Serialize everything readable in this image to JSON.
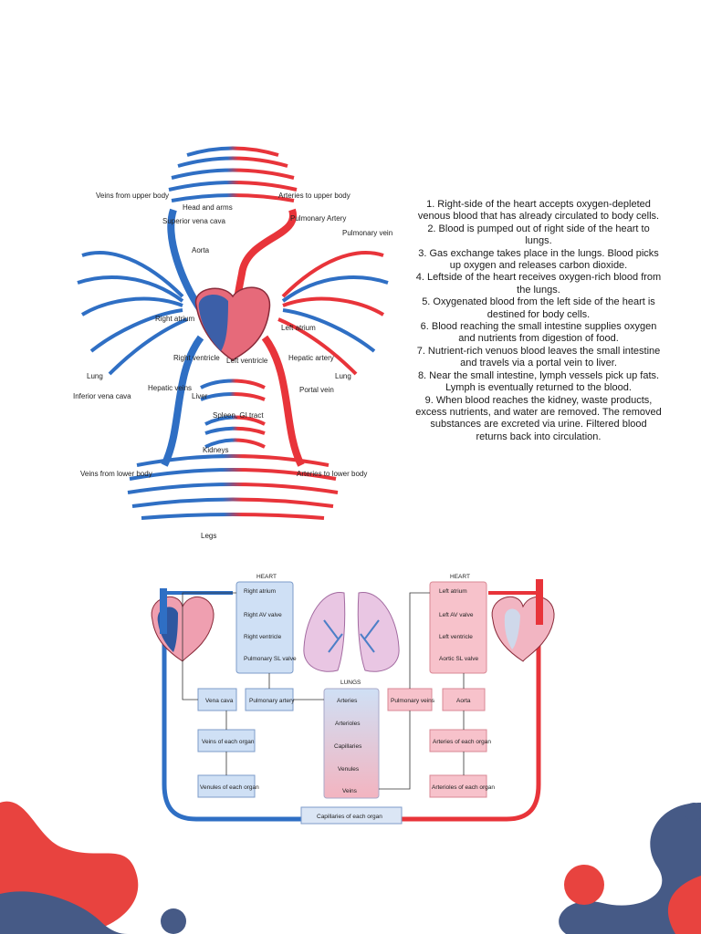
{
  "top_diagram": {
    "labels": {
      "veins_upper": "Veins from upper body",
      "head_arms": "Head and arms",
      "arteries_upper": "Arteries to upper body",
      "superior_vena_cava": "Superior vena cava",
      "pulmonary_artery": "Pulmonary Artery",
      "pulmonary_vein": "Pulmonary vein",
      "aorta": "Aorta",
      "right_atrium": "Right atrium",
      "left_atrium": "Left atrium",
      "right_ventricle": "Right ventricle",
      "left_ventricle": "Left ventricle",
      "hepatic_artery": "Hepatic artery",
      "lung_left": "Lung",
      "lung_right": "Lung",
      "inferior_vena_cava": "Inferior vena cava",
      "hepatic_veins": "Hepatic veins",
      "liver": "Liver",
      "portal_vein": "Portal vein",
      "spleen": "Spleen, GI tract",
      "kidneys": "Kidneys",
      "veins_lower": "Veins from lower body",
      "arteries_lower": "Arteries to lower body",
      "legs": "Legs"
    }
  },
  "steps": [
    "1.        Right-side of the heart accepts oxygen-depleted venous blood that has already circulated to body cells.",
    "2.  Blood is pumped out of right side of the heart to lungs.",
    "3. Gas exchange takes place in the lungs. Blood picks up oxygen and  releases carbon dioxide.",
    "4. Leftside of the heart receives oxygen-rich blood from the lungs.",
    "5. Oxygenated blood from the left side of the heart is destined for body cells.",
    "6. Blood reaching the small intestine supplies oxygen",
    "and nutrients from digestion of food.",
    "7. Nutrient-rich venuos blood leaves  the small intestine and travels via a portal vein to liver.",
    "8. Near the small intestine, lymph vessels pick up fats.",
    "Lymph is eventually returned to the blood.",
    "9. When blood reaches the kidney, waste products, excess nutrients, and water are removed. The removed substances are excreted via urine. Filtered blood returns back into circulation."
  ],
  "bottom_diagram": {
    "heart_left_title": "HEART",
    "heart_right_title": "HEART",
    "right_heart_steps": [
      "Right atrium",
      "Right AV valve",
      "Right ventricle",
      "Pulmonary SL valve"
    ],
    "left_heart_steps": [
      "Left atrium",
      "Left AV valve",
      "Left ventricle",
      "Aortic SL valve"
    ],
    "lungs_title": "LUNGS",
    "lung_steps": [
      "Arteries",
      "Arterioles",
      "Capillaries",
      "Venules",
      "Veins"
    ],
    "vena_cava": "Vena cava",
    "pulmonary_artery": "Pulmonary artery",
    "pulmonary_veins": "Pulmonary veins",
    "aorta": "Aorta",
    "veins_each_organ": "Veins of each organ",
    "venules_each_organ": "Venules of each organ",
    "arteries_each_organ": "Arteries of each organ",
    "arterioles_each_organ": "Arterioles of each organ",
    "capillaries_each_organ": "Capillaries of each organ"
  },
  "colors": {
    "vein": "#2f6fc4",
    "artery": "#e8343a",
    "decor_red": "#e8433f",
    "decor_navy": "#465a86"
  }
}
